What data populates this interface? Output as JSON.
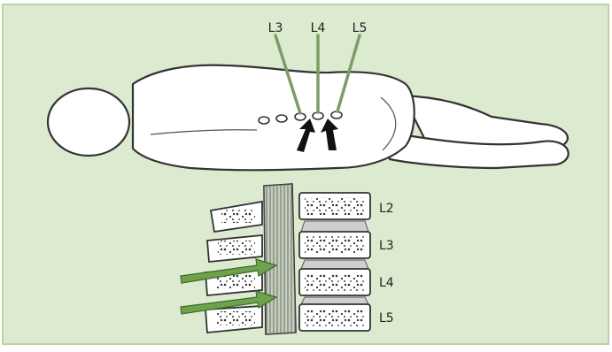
{
  "colors": {
    "panel_bg": "#dcebcf",
    "panel_border": "#b9d3a6",
    "outline": "#333333",
    "needle": "#7f9c68",
    "arrow_green": "#6fa24e",
    "spine_gray": "#8a8a8a"
  },
  "needle_labels": [
    "L3",
    "L4",
    "L5"
  ],
  "vertebra_labels": [
    "L2",
    "L3",
    "L4",
    "L5"
  ]
}
